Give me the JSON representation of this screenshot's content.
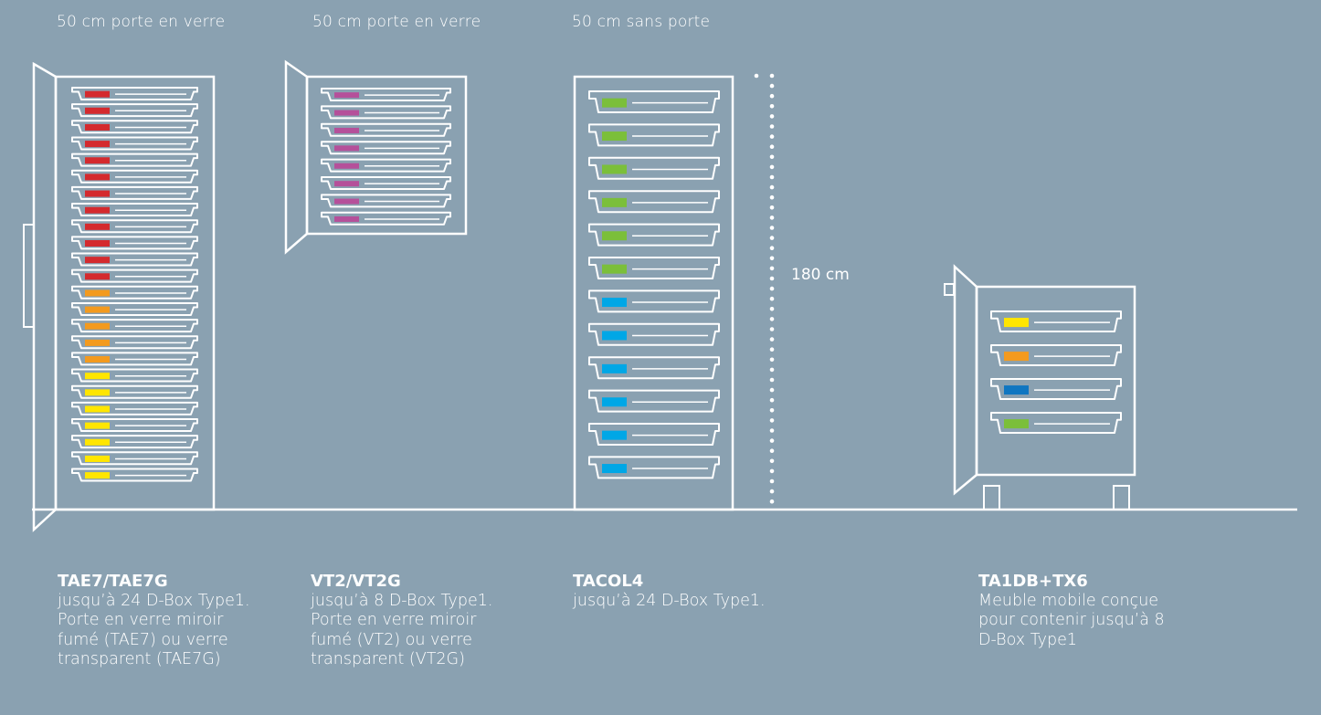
{
  "header_labels": {
    "tae7": "50 cm porte en verre",
    "vt2": "50 cm porte en verre",
    "tacol4": "50 cm sans porte"
  },
  "height_label": "180 cm",
  "products": [
    {
      "model": "TAE7/TAE7G",
      "text": "jusqu’à 24 D-Box Type1. Porte en verre miroir fumé (TAE7) ou verre transparent (TAE7G)"
    },
    {
      "model": "VT2/VT2G",
      "text": "jusqu’à 8 D-Box Type1. Porte en verre miroir fumé (VT2) ou verre transparent (VT2G)"
    },
    {
      "model": "TACOL4",
      "text": "jusqu’à 24 D-Box Type1."
    },
    {
      "model": "TA1DB+TX6",
      "text": "Meuble mobile conçue pour contenir jusqu’à 8 D-Box Type1"
    }
  ],
  "colors": {
    "background": "#8aa1b1",
    "line": "#ffffff",
    "red": "#d42a2e",
    "orange": "#f39a1e",
    "yellow": "#ffe600",
    "magenta": "#b5509a",
    "green": "#7bbf3a",
    "cyan": "#00a7e6",
    "blue": "#0f76c1"
  },
  "cabinets": {
    "tae7": {
      "trays": [
        "red",
        "red",
        "red",
        "red",
        "red",
        "red",
        "red",
        "red",
        "red",
        "red",
        "red",
        "red",
        "orange",
        "orange",
        "orange",
        "orange",
        "orange",
        "yellow",
        "yellow",
        "yellow",
        "yellow",
        "yellow",
        "yellow",
        "yellow"
      ]
    },
    "vt2": {
      "trays": [
        "magenta",
        "magenta",
        "magenta",
        "magenta",
        "magenta",
        "magenta",
        "magenta",
        "magenta"
      ]
    },
    "tacol4": {
      "trays": [
        "green",
        "green",
        "green",
        "green",
        "green",
        "green",
        "cyan",
        "cyan",
        "cyan",
        "cyan",
        "cyan",
        "cyan"
      ]
    },
    "ta1db": {
      "trays": [
        "yellow",
        "orange",
        "blue",
        "green"
      ]
    }
  }
}
